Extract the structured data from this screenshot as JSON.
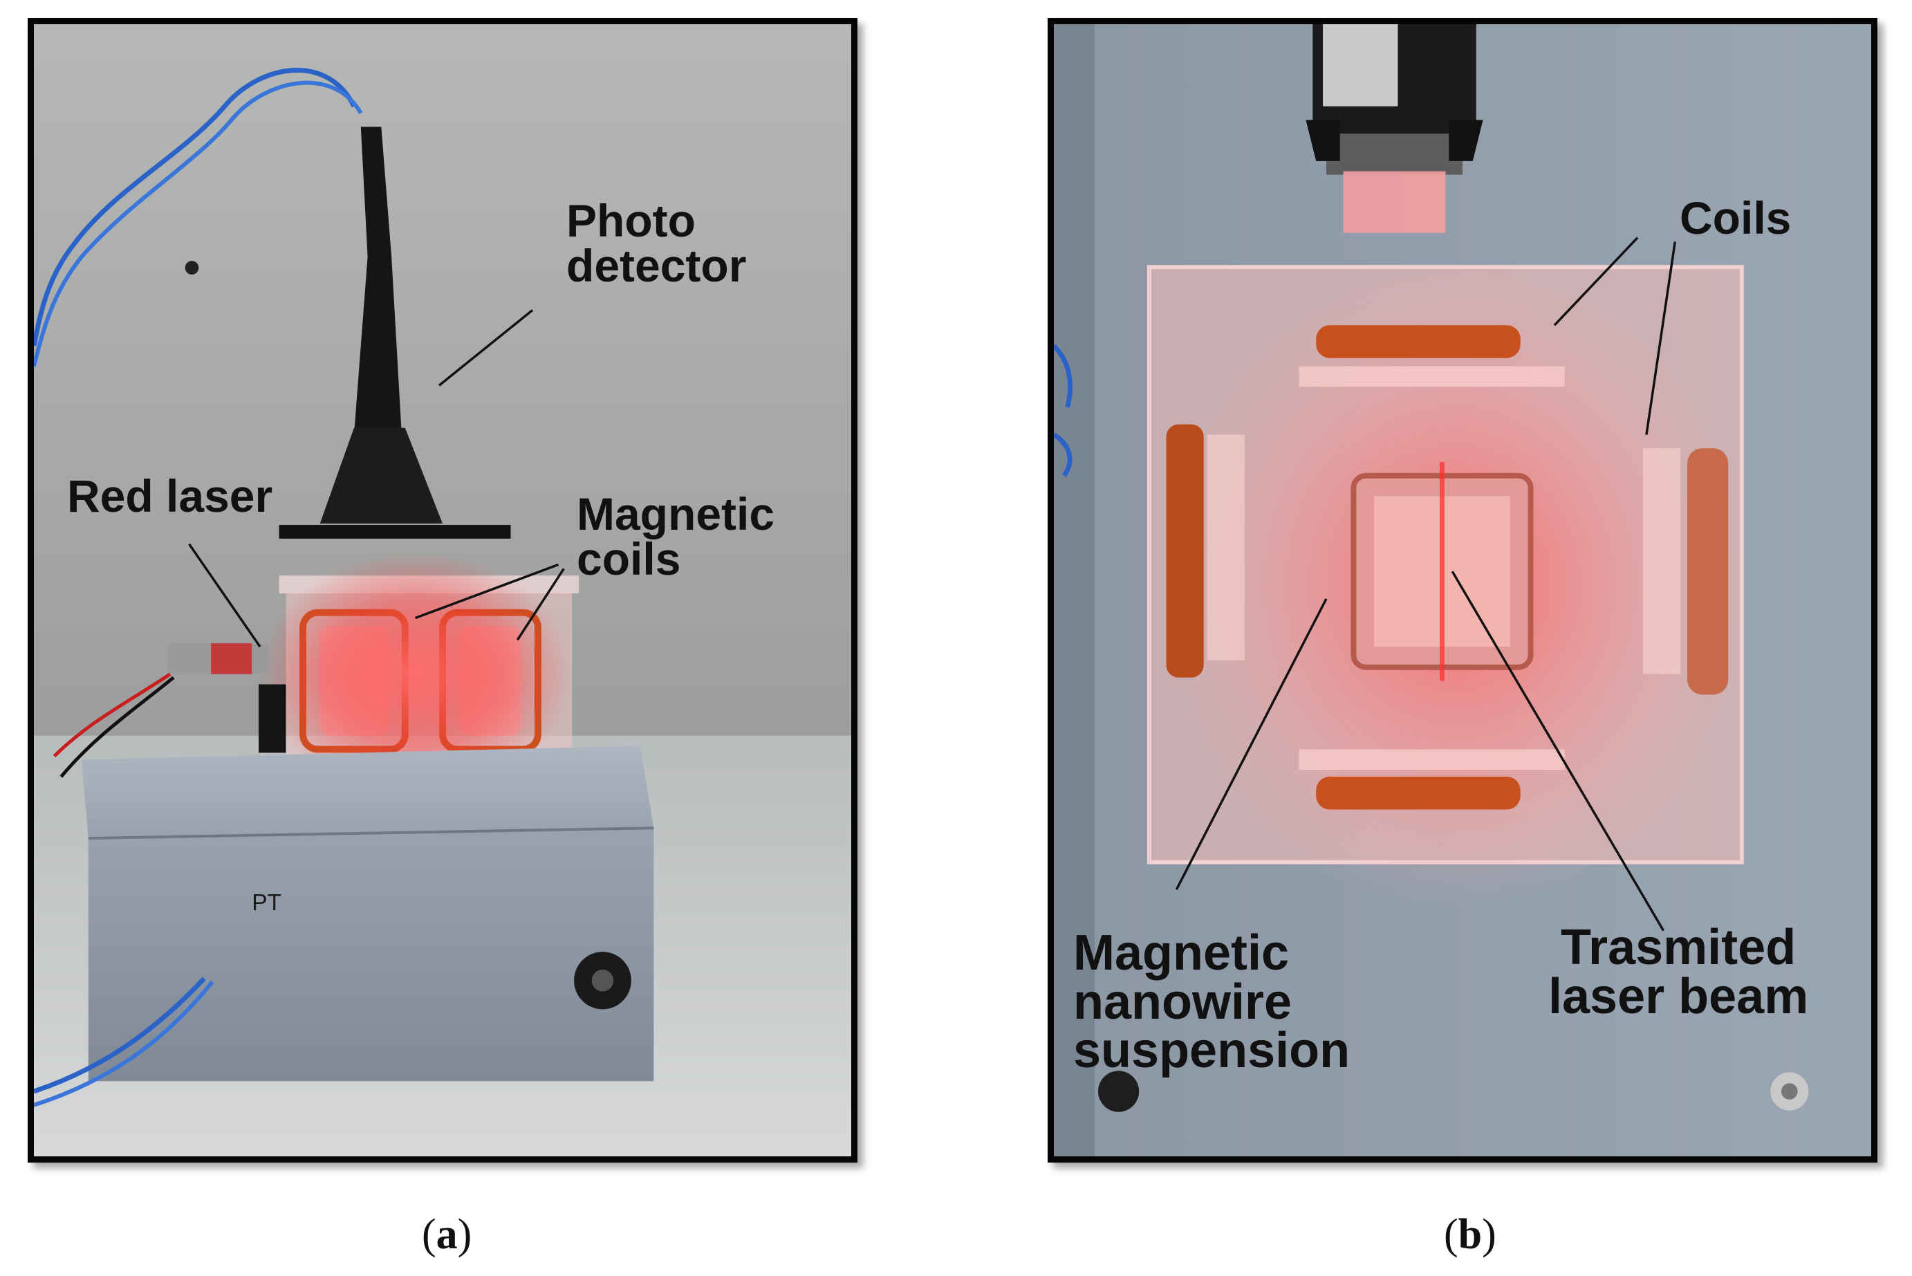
{
  "panel_a": {
    "box_label": "PT",
    "labels": {
      "photo_detector": [
        "Photo",
        "detector"
      ],
      "red_laser": "Red laser",
      "magnetic_coils": [
        "Magnetic",
        "coils"
      ]
    },
    "caption": {
      "open": "(",
      "letter": "a",
      "close": ")"
    }
  },
  "panel_b": {
    "labels": {
      "coils": "Coils",
      "nanowire_suspension": [
        "Magnetic",
        "nanowire",
        "suspension"
      ],
      "transmitted_beam": [
        "Trasmited",
        "laser beam"
      ]
    },
    "caption": {
      "open": "(",
      "letter": "b",
      "close": ")"
    }
  },
  "colors": {
    "frame": "#050505",
    "wall": "#9a9c9c",
    "box_gray": "#8f99a4",
    "laser_glow": "#ff4a4a",
    "coil_copper": "#c8501e",
    "wire_blue": "#2a62c8"
  }
}
